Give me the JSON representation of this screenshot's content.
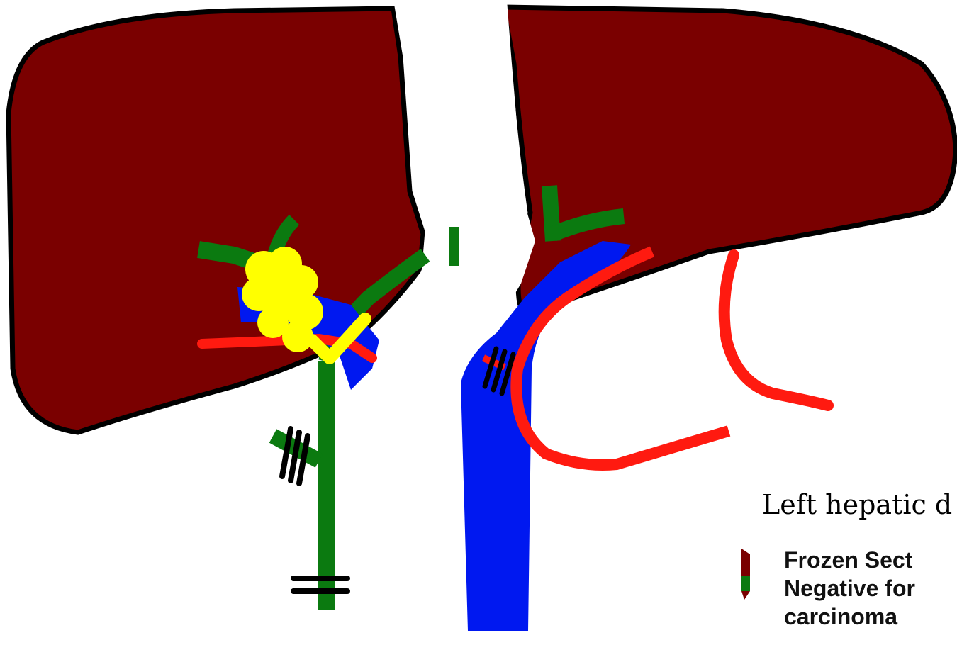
{
  "caption": {
    "text": "Left hepatic d"
  },
  "legend": {
    "lines": [
      "Frozen Sect",
      "Negative for",
      "carcinoma"
    ],
    "icon": "specimen-margin-icon"
  },
  "colors": {
    "liver": "#7a0000",
    "outline": "#000000",
    "duct": "#0b7a10",
    "portal_vein": "#0018f0",
    "artery": "#ff1a10",
    "tumor": "#ffff00",
    "background": "#ffffff"
  }
}
